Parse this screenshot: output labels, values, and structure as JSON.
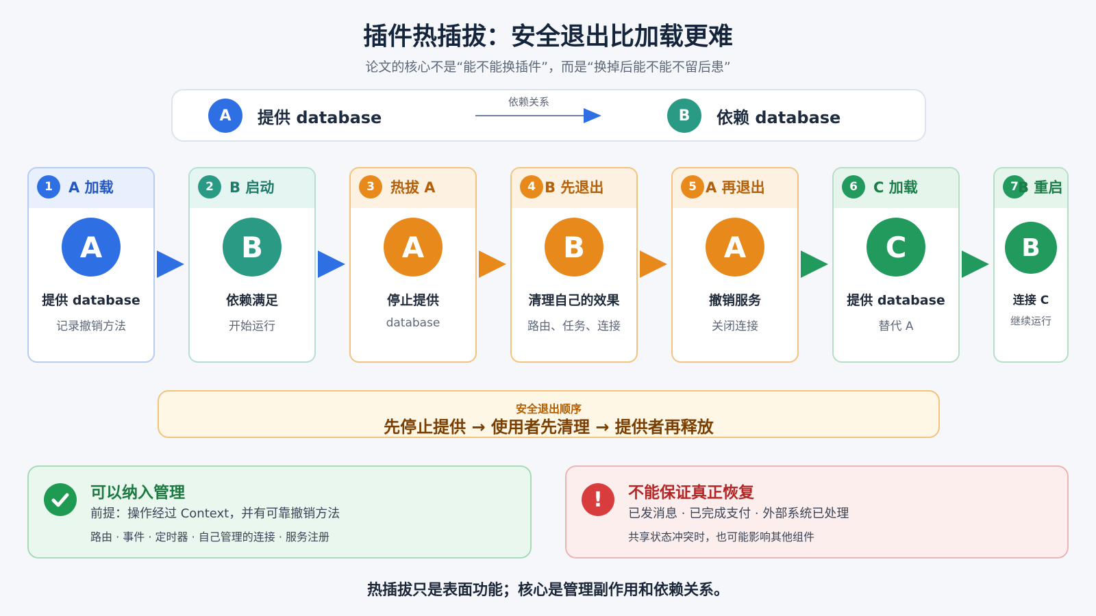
{
  "title": "插件热插拔：安全退出比加载更难",
  "subtitle": "论文的核心不是“能不能换插件”，而是“换掉后能不能不留后患”",
  "dependency": {
    "a_letter": "A",
    "a_label": "提供 database",
    "relation": "依赖关系",
    "b_letter": "B",
    "b_label": "依赖 database"
  },
  "steps": [
    {
      "num": "1",
      "title": "A 加载",
      "letter": "A",
      "main": "提供 database",
      "sub": "记录撤销方法",
      "color": "#2f6fe4",
      "head_bg": "#e8f0fd",
      "border": "#b6ccf5"
    },
    {
      "num": "2",
      "title": "B 启动",
      "letter": "B",
      "main": "依赖满足",
      "sub": "开始运行",
      "color": "#2a9a85",
      "head_bg": "#e5f5f1",
      "border": "#b5ddd3"
    },
    {
      "num": "3",
      "title": "热拔 A",
      "letter": "A",
      "main": "停止提供",
      "sub": "database",
      "color": "#e8891c",
      "head_bg": "#fdf1e1",
      "border": "#f3c27d"
    },
    {
      "num": "4",
      "title": "B 先退出",
      "letter": "B",
      "main": "清理自己的效果",
      "sub": "路由、任务、连接",
      "color": "#e8891c",
      "head_bg": "#fdf1e1",
      "border": "#f3c27d"
    },
    {
      "num": "5",
      "title": "A 再退出",
      "letter": "A",
      "main": "撤销服务",
      "sub": "关闭连接",
      "color": "#e8891c",
      "head_bg": "#fdf1e1",
      "border": "#f3c27d"
    },
    {
      "num": "6",
      "title": "C 加载",
      "letter": "C",
      "main": "提供 database",
      "sub": "替代 A",
      "color": "#229a5d",
      "head_bg": "#e6f5ec",
      "border": "#b6dec6"
    },
    {
      "num": "7",
      "title": "B 重启",
      "letter": "B",
      "main": "连接 C",
      "sub": "继续运行",
      "color": "#229a5d",
      "head_bg": "#e6f5ec",
      "border": "#b6dec6"
    }
  ],
  "safe_order": {
    "label": "安全退出顺序",
    "text": "先停止提供 → 使用者先清理 → 提供者再释放"
  },
  "can_manage": {
    "title": "可以纳入管理",
    "line1": "前提：操作经过 Context，并有可靠撤销方法",
    "line2": "路由 · 事件 · 定时器 · 自己管理的连接 · 服务注册",
    "color": "#1f9a52"
  },
  "cannot_recover": {
    "title": "不能保证真正恢复",
    "line1": "已发消息 · 已完成支付 · 外部系统已处理",
    "line2": "共享状态冲突时，也可能影响其他组件",
    "color": "#d83c3c"
  },
  "footer": "热插拔只是表面功能；核心是管理副作用和依赖关系。"
}
